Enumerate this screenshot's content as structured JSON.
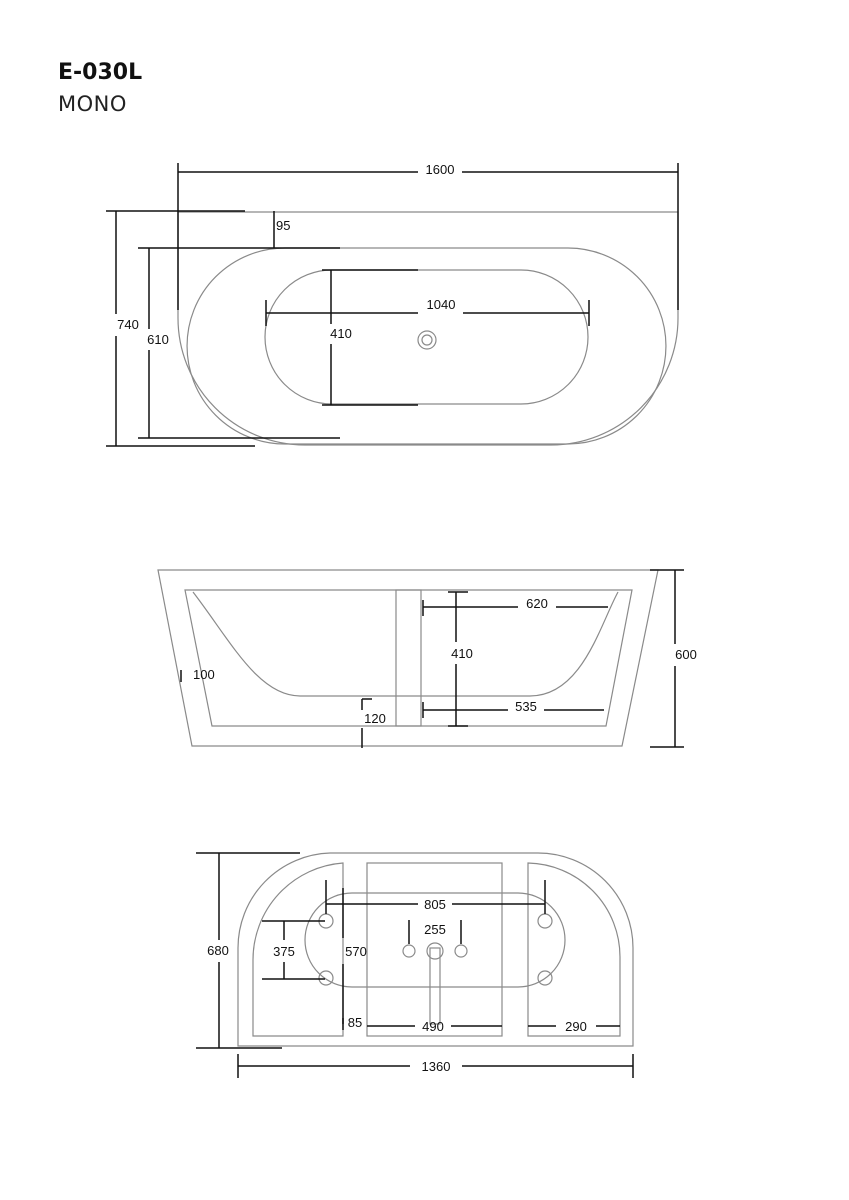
{
  "header": {
    "model": "E-030L",
    "series": "MONO"
  },
  "top_view": {
    "length": "1600",
    "width_outer": "740",
    "width_inner": "610",
    "rim": "95",
    "basin_length": "1040",
    "basin_width": "410"
  },
  "side_view": {
    "height": "600",
    "wall": "100",
    "depth": "410",
    "top_length": "620",
    "bottom_length": "535",
    "base": "120"
  },
  "underside_view": {
    "depth": "680",
    "pair_spacing": "375",
    "frame_width": "570",
    "span": "805",
    "center_spacing": "255",
    "offset": "85",
    "center_panel": "490",
    "side_panel": "290",
    "length": "1360"
  }
}
